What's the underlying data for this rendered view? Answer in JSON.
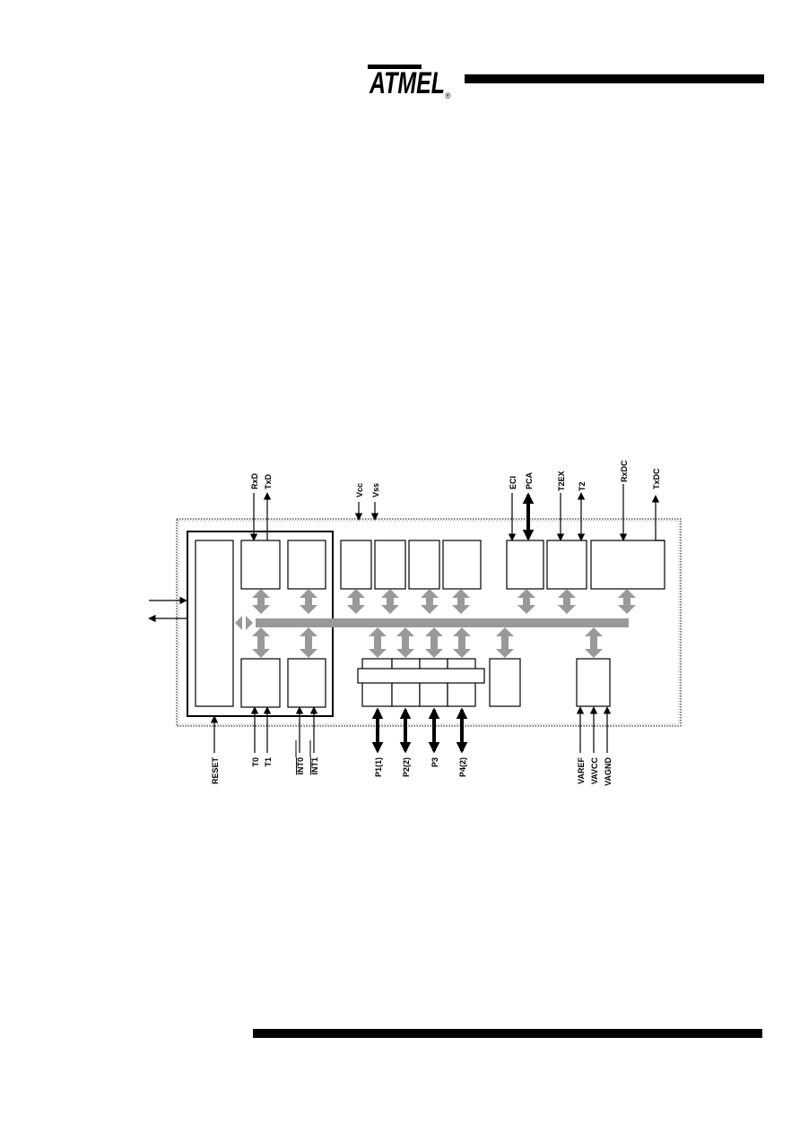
{
  "header": {
    "logo_text": "ATMEL",
    "logo_mark": "®"
  },
  "diagram": {
    "top_signals": [
      {
        "id": "rxd",
        "label": "RxD"
      },
      {
        "id": "txd",
        "label": "TxD"
      },
      {
        "id": "vcc",
        "label": "Vcc"
      },
      {
        "id": "vss",
        "label": "Vss"
      },
      {
        "id": "eci",
        "label": "ECI"
      },
      {
        "id": "pca",
        "label": "PCA"
      },
      {
        "id": "t2ex",
        "label": "T2EX"
      },
      {
        "id": "t2",
        "label": "T2"
      },
      {
        "id": "rxdc",
        "label": "RxDC"
      },
      {
        "id": "txdc",
        "label": "TxDC"
      }
    ],
    "bottom_signals": [
      {
        "id": "reset",
        "label": "RESET",
        "overline": false
      },
      {
        "id": "t0",
        "label": "T0",
        "overline": false
      },
      {
        "id": "t1",
        "label": "T1",
        "overline": false
      },
      {
        "id": "int0",
        "label": "INT0",
        "overline": true
      },
      {
        "id": "int1",
        "label": "INT1",
        "overline": true
      },
      {
        "id": "p1",
        "label": "P1(1)",
        "overline": false
      },
      {
        "id": "p2",
        "label": "P2(2)",
        "overline": false
      },
      {
        "id": "p3",
        "label": "P3",
        "overline": false
      },
      {
        "id": "p4",
        "label": "P4(2)",
        "overline": false
      },
      {
        "id": "varef",
        "label": "VAREF",
        "overline": false
      },
      {
        "id": "vavcc",
        "label": "VAVCC",
        "overline": false
      },
      {
        "id": "vagnd",
        "label": "VAGND",
        "overline": false
      }
    ],
    "colors": {
      "bus": "#999999",
      "line": "#000000"
    }
  }
}
